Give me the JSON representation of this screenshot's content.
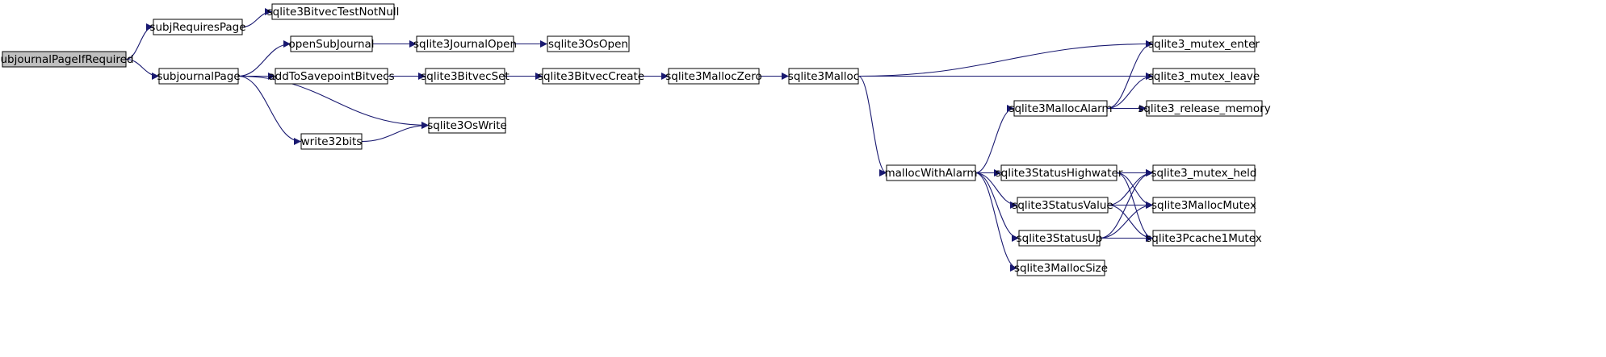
{
  "colors": {
    "edge": "#191970",
    "node_border": "#000000",
    "node_fill": "#ffffff",
    "root_fill": "#bfbfbf"
  },
  "nodes": [
    {
      "id": "n_root",
      "label": "subjournalPageIfRequired",
      "root": true
    },
    {
      "id": "n_subjRequiresPage",
      "label": "subjRequiresPage"
    },
    {
      "id": "n_bitvecTestNotNull",
      "label": "sqlite3BitvecTestNotNull"
    },
    {
      "id": "n_subjournalPage",
      "label": "subjournalPage"
    },
    {
      "id": "n_openSubJournal",
      "label": "openSubJournal"
    },
    {
      "id": "n_journalOpen",
      "label": "sqlite3JournalOpen"
    },
    {
      "id": "n_osOpen",
      "label": "sqlite3OsOpen"
    },
    {
      "id": "n_addToSavepointBitvecs",
      "label": "addToSavepointBitvecs"
    },
    {
      "id": "n_bitvecSet",
      "label": "sqlite3BitvecSet"
    },
    {
      "id": "n_bitvecCreate",
      "label": "sqlite3BitvecCreate"
    },
    {
      "id": "n_mallocZero",
      "label": "sqlite3MallocZero"
    },
    {
      "id": "n_malloc",
      "label": "sqlite3Malloc"
    },
    {
      "id": "n_mutexEnter",
      "label": "sqlite3_mutex_enter"
    },
    {
      "id": "n_mutexLeave",
      "label": "sqlite3_mutex_leave"
    },
    {
      "id": "n_mallocAlarm",
      "label": "sqlite3MallocAlarm"
    },
    {
      "id": "n_releaseMemory",
      "label": "sqlite3_release_memory"
    },
    {
      "id": "n_osWrite",
      "label": "sqlite3OsWrite"
    },
    {
      "id": "n_write32bits",
      "label": "write32bits"
    },
    {
      "id": "n_mallocWithAlarm",
      "label": "mallocWithAlarm"
    },
    {
      "id": "n_statusHighwater",
      "label": "sqlite3StatusHighwater"
    },
    {
      "id": "n_mutexHeld",
      "label": "sqlite3_mutex_held"
    },
    {
      "id": "n_statusValue",
      "label": "sqlite3StatusValue"
    },
    {
      "id": "n_mallocMutex",
      "label": "sqlite3MallocMutex"
    },
    {
      "id": "n_statusUp",
      "label": "sqlite3StatusUp"
    },
    {
      "id": "n_pcache1Mutex",
      "label": "sqlite3Pcache1Mutex"
    },
    {
      "id": "n_mallocSize",
      "label": "sqlite3MallocSize"
    }
  ],
  "edges": [
    [
      "n_root",
      "n_subjRequiresPage"
    ],
    [
      "n_root",
      "n_subjournalPage"
    ],
    [
      "n_subjRequiresPage",
      "n_bitvecTestNotNull"
    ],
    [
      "n_subjournalPage",
      "n_openSubJournal"
    ],
    [
      "n_subjournalPage",
      "n_addToSavepointBitvecs"
    ],
    [
      "n_subjournalPage",
      "n_osWrite"
    ],
    [
      "n_subjournalPage",
      "n_write32bits"
    ],
    [
      "n_openSubJournal",
      "n_journalOpen"
    ],
    [
      "n_journalOpen",
      "n_osOpen"
    ],
    [
      "n_addToSavepointBitvecs",
      "n_bitvecSet"
    ],
    [
      "n_bitvecSet",
      "n_bitvecCreate"
    ],
    [
      "n_bitvecCreate",
      "n_mallocZero"
    ],
    [
      "n_mallocZero",
      "n_malloc"
    ],
    [
      "n_malloc",
      "n_mutexEnter"
    ],
    [
      "n_malloc",
      "n_mutexLeave"
    ],
    [
      "n_malloc",
      "n_mallocWithAlarm"
    ],
    [
      "n_write32bits",
      "n_osWrite"
    ],
    [
      "n_mallocWithAlarm",
      "n_mallocAlarm"
    ],
    [
      "n_mallocWithAlarm",
      "n_statusHighwater"
    ],
    [
      "n_mallocWithAlarm",
      "n_mutexHeld"
    ],
    [
      "n_mallocWithAlarm",
      "n_statusValue"
    ],
    [
      "n_mallocWithAlarm",
      "n_statusUp"
    ],
    [
      "n_mallocWithAlarm",
      "n_mallocSize"
    ],
    [
      "n_mallocAlarm",
      "n_mutexEnter"
    ],
    [
      "n_mallocAlarm",
      "n_mutexLeave"
    ],
    [
      "n_mallocAlarm",
      "n_releaseMemory"
    ],
    [
      "n_statusHighwater",
      "n_mutexHeld"
    ],
    [
      "n_statusHighwater",
      "n_mallocMutex"
    ],
    [
      "n_statusHighwater",
      "n_pcache1Mutex"
    ],
    [
      "n_statusValue",
      "n_mutexHeld"
    ],
    [
      "n_statusValue",
      "n_mallocMutex"
    ],
    [
      "n_statusValue",
      "n_pcache1Mutex"
    ],
    [
      "n_statusUp",
      "n_mutexHeld"
    ],
    [
      "n_statusUp",
      "n_mallocMutex"
    ],
    [
      "n_statusUp",
      "n_pcache1Mutex"
    ]
  ]
}
